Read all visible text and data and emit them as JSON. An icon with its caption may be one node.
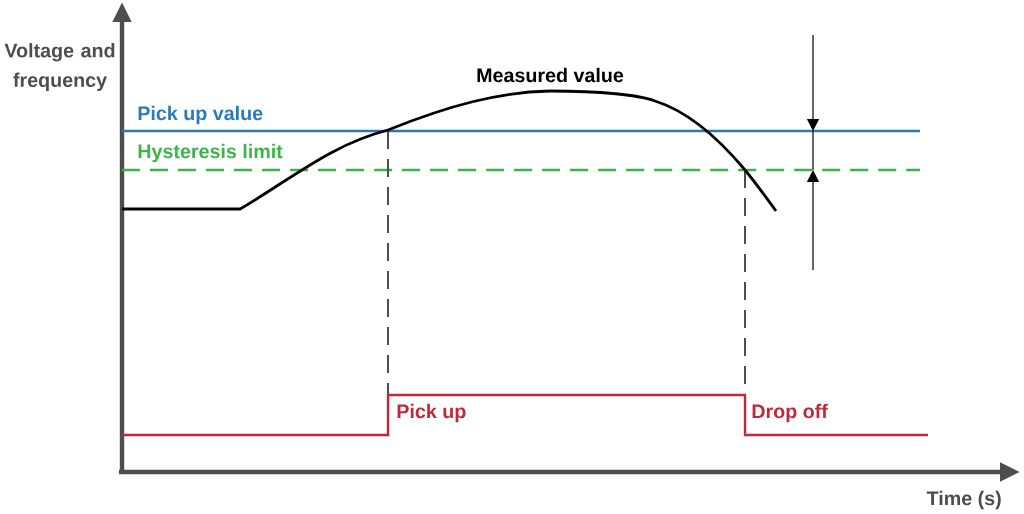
{
  "diagram": {
    "labels": [
      "Voltage and frequency",
      "Measured value",
      "Pick up value",
      "Hysteresis limit",
      "Pick up",
      "Drop off",
      "Time (s)"
    ]
  }
}
